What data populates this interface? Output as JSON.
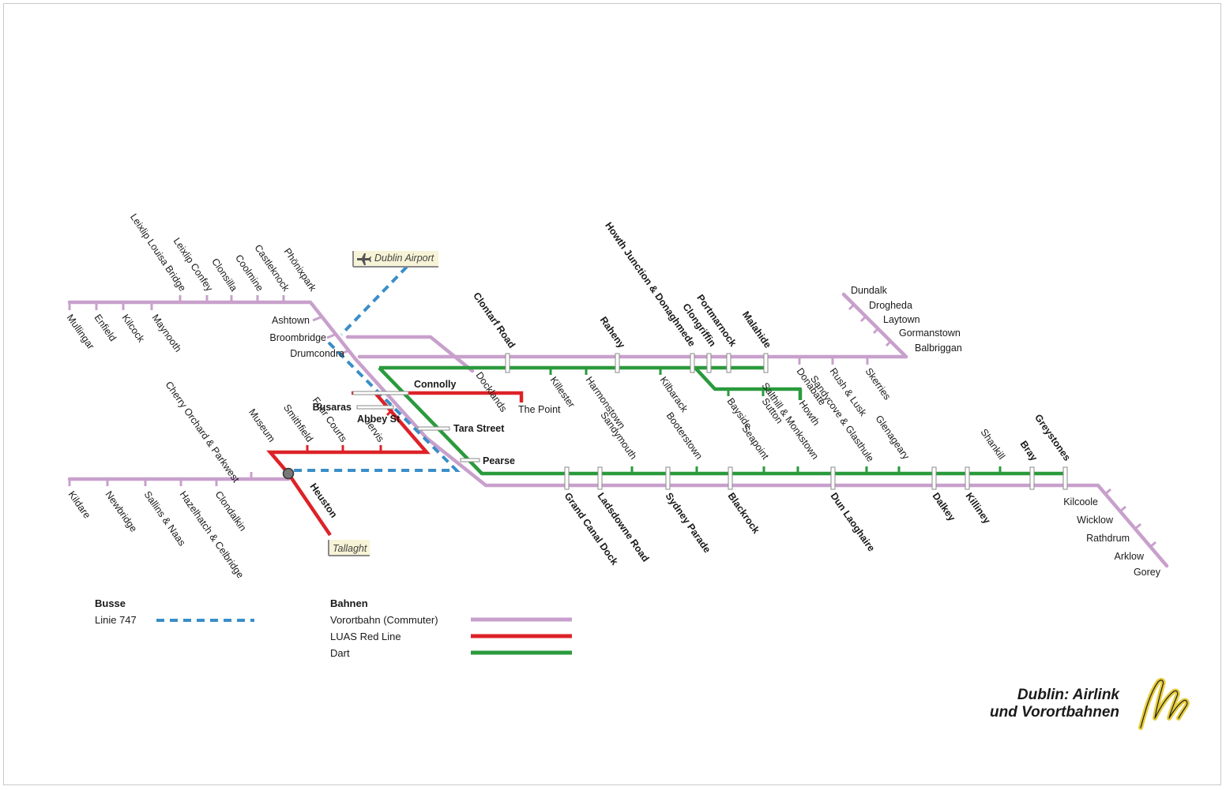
{
  "title": {
    "line1": "Dublin: Airlink",
    "line2": "und Vorortbahnen"
  },
  "colors": {
    "commuter": "#c8a0cc",
    "luas": "#dd2228",
    "dart": "#2a9a3c",
    "bus": "#3a8ec8",
    "tag_bg": "#f7f3d6"
  },
  "terminals": {
    "airport": "Dublin Airport",
    "tallaght": "Tallaght"
  },
  "legend": {
    "bus_header": "Busse",
    "bus_line": "Linie 747",
    "rail_header": "Bahnen",
    "commuter": "Vorortbahn (Commuter)",
    "luas": "LUAS Red Line",
    "dart": "Dart"
  },
  "stations": {
    "commuter_west": [
      "Mullingar",
      "Enfield",
      "Kilcock",
      "Maynooth"
    ],
    "commuter_nw": [
      "Leixlip Louisa Bridge",
      "Leixlip Confey",
      "Clonsilla",
      "Coolmine",
      "Castleknock",
      "Phönixpark"
    ],
    "commuter_city": [
      "Ashtown",
      "Broombridge",
      "Drumcondra"
    ],
    "commuter_north": [
      "Donabate",
      "Rush & Lusk",
      "Skerries"
    ],
    "commuter_ne": [
      "Dundalk",
      "Drogheda",
      "Laytown",
      "Gormanstown",
      "Balbriggan"
    ],
    "commuter_sw": [
      "Kildare",
      "Newbridge",
      "Sallins & Naas",
      "Hazelhatch & Celbridge",
      "Clondalkin",
      "Cherry Orchard & Parkwest"
    ],
    "commuter_se": [
      "Kilcoole",
      "Wicklow",
      "Rathdrum",
      "Arklow",
      "Gorey"
    ],
    "dart_north_main": [
      "Clontarf Road",
      "Raheny",
      "Howth Junction & Donaghmede",
      "Clongriffin",
      "Portmarnock",
      "Malahide"
    ],
    "dart_north_minor": [
      "Killester",
      "Harmonstown",
      "Kilbarack"
    ],
    "dart_howth": [
      "Bayside",
      "Sutton",
      "Howth"
    ],
    "dart_south_main": [
      "Grand Canal Dock",
      "Ladsdowne Road",
      "Sydney Parade",
      "Blackrock",
      "Dun Laoghaire",
      "Dalkey",
      "Killiney",
      "Bray",
      "Greystones"
    ],
    "dart_south_minor": [
      "Sandymouth",
      "Booterstown",
      "Seapoint",
      "Salthill & Monkstown",
      "Sandycove & Glasthule",
      "Glenageary",
      "Shankill"
    ],
    "luas": [
      "Museum",
      "Smithfield",
      "Four Courts",
      "Jervis",
      "Abbey St",
      "Busaras",
      "Connolly",
      "Heuston",
      "The Point",
      "Docklands"
    ],
    "interchanges": [
      "Tara Street",
      "Pearse"
    ]
  }
}
